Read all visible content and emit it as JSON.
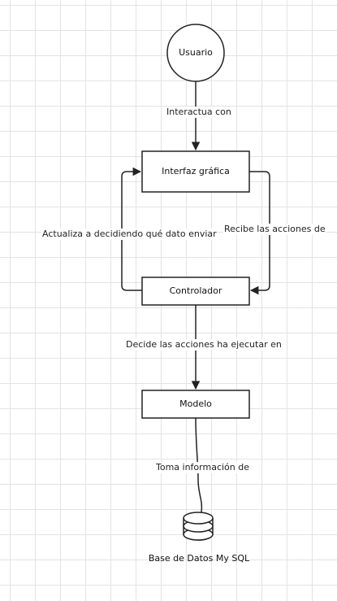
{
  "nodes": {
    "usuario": "Usuario",
    "interfaz": "Interfaz gráfica",
    "controlador": "Controlador",
    "modelo": "Modelo",
    "database": "Base de Datos My SQL"
  },
  "edges": {
    "usuario_interfaz": "Interactua con",
    "interfaz_controlador": "Recibe las acciones de",
    "controlador_interfaz": "Actualiza a decidiendo qué dato enviar",
    "controlador_modelo": "Decide las acciones ha ejecutar en",
    "modelo_database": "Toma información de"
  },
  "colors": {
    "stroke": "#222222",
    "grid": "#e3e3e3",
    "background": "#ffffff"
  },
  "icons": {
    "database": "database-cylinder-icon",
    "arrowhead": "arrowhead-icon"
  }
}
